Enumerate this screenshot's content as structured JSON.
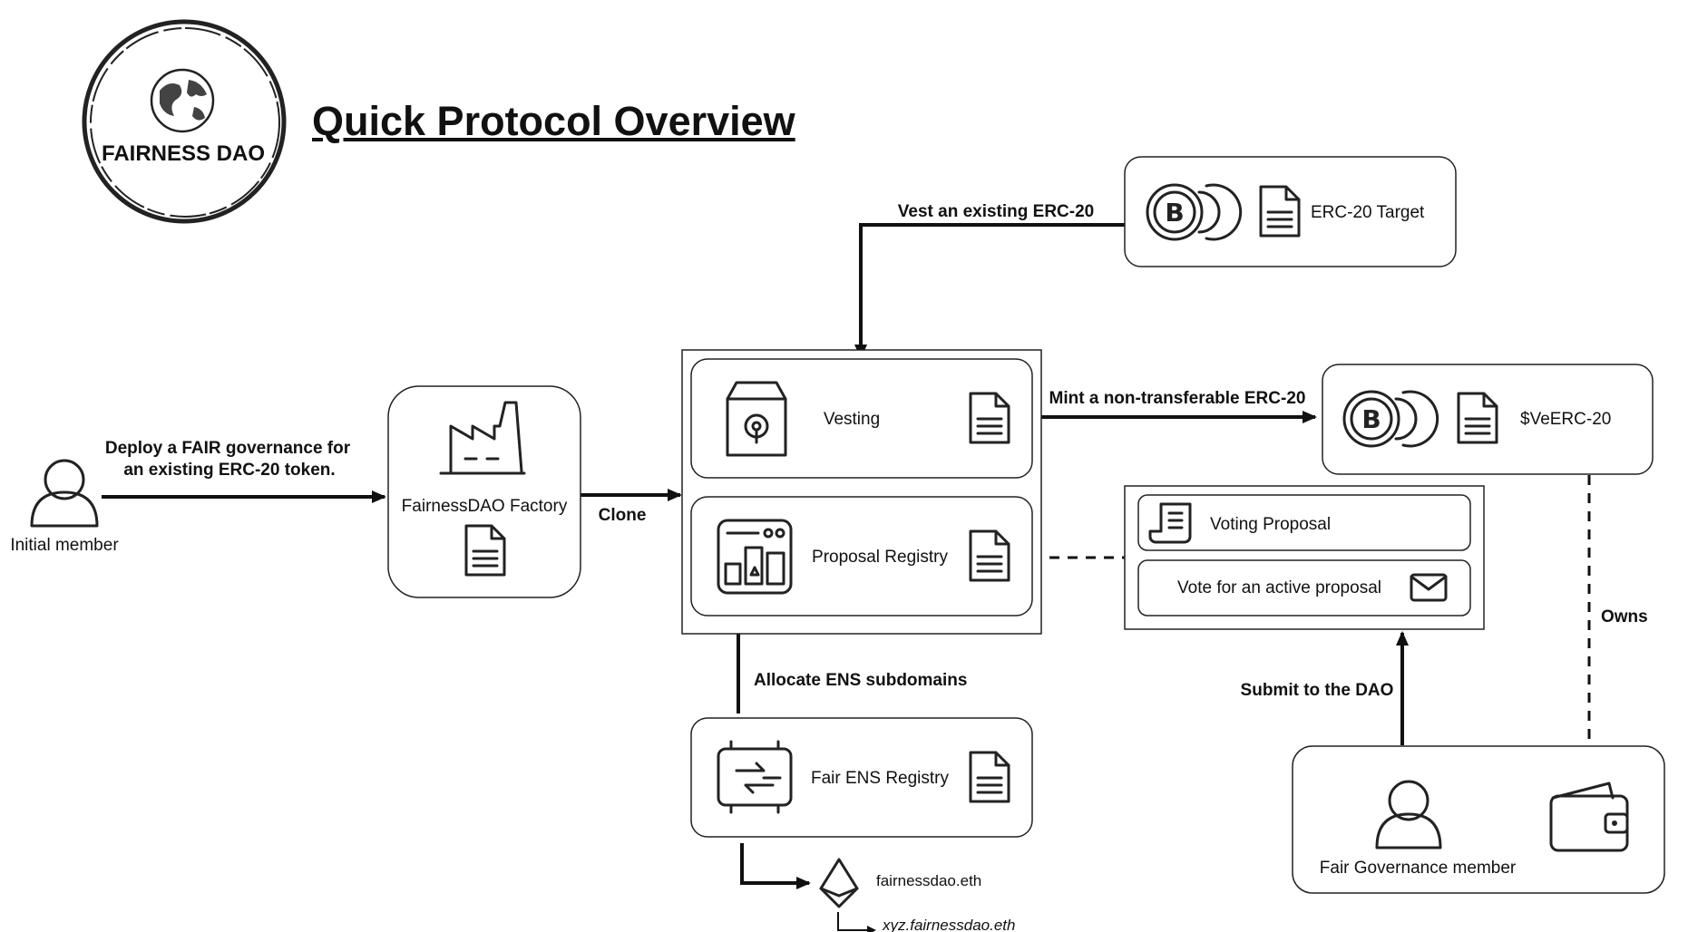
{
  "logo": {
    "text": "FAIRNESS DAO"
  },
  "title": "Quick Protocol Overview",
  "actors": {
    "initial_member": "Initial member",
    "fair_governance_member": "Fair Governance member"
  },
  "nodes": {
    "factory": "FairnessDAO Factory",
    "vesting": "Vesting",
    "proposal_registry": "Proposal Registry",
    "fair_ens_registry": "Fair ENS Registry",
    "erc20_target": "ERC-20 Target",
    "ve_erc20": "$VeERC-20",
    "voting_proposal": "Voting Proposal",
    "vote_active": "Vote for an active proposal"
  },
  "edges": {
    "deploy_line1": "Deploy a FAIR governance for",
    "deploy_line2": "an existing ERC-20 token.",
    "clone": "Clone",
    "vest": "Vest an existing ERC-20",
    "mint": "Mint a non-transferable ERC-20",
    "allocate": "Allocate ENS subdomains",
    "submit": "Submit to the DAO",
    "owns": "Owns"
  },
  "ens": {
    "root": "fairnessdao.eth",
    "sub": "xyz.fairnessdao.eth"
  }
}
